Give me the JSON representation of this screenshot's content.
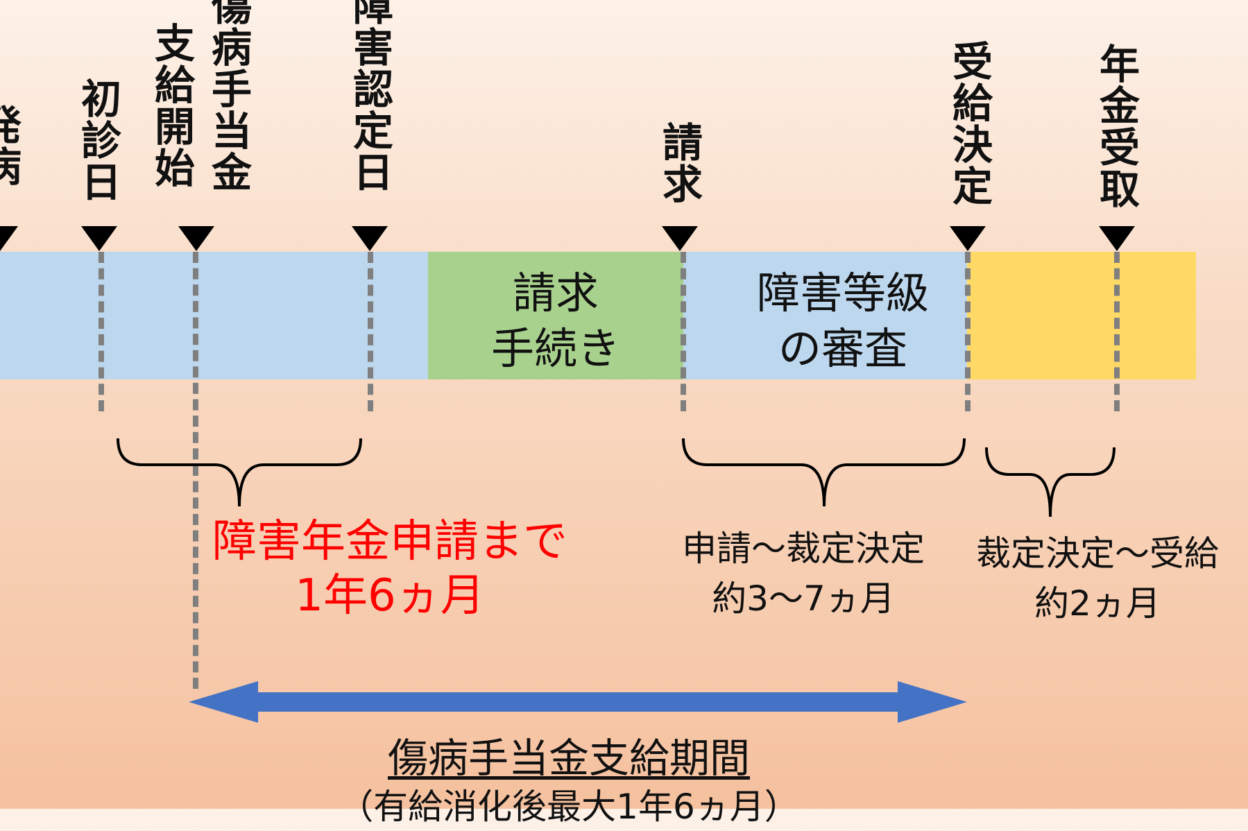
{
  "timeline": {
    "events": [
      {
        "id": "cut",
        "label": "発病"
      },
      {
        "id": "first-visit",
        "label": "初診日"
      },
      {
        "id": "benefit-start",
        "label": "支給開始"
      },
      {
        "id": "sickness-allowance",
        "label": "傷病手当金"
      },
      {
        "id": "disability-date",
        "label": "障害認定日"
      },
      {
        "id": "claim",
        "label": "請求"
      },
      {
        "id": "decision",
        "label": "受給決定"
      },
      {
        "id": "receipt",
        "label": "年金受取"
      }
    ],
    "bands": {
      "procedure": [
        "請求",
        "手続き"
      ],
      "review": [
        "障害等級",
        "の審査"
      ]
    }
  },
  "spans": {
    "until_application": {
      "line1": "障害年金申請まで",
      "line2": "1年6ヵ月"
    },
    "application_to_decision": {
      "line1": "申請〜裁定決定",
      "line2": "約3〜7ヵ月"
    },
    "decision_to_receipt": {
      "line1": "裁定決定〜受給",
      "line2": "約2ヵ月"
    }
  },
  "period": {
    "title": "傷病手当金支給期間",
    "note": "（有給消化後最大1年6ヵ月）"
  },
  "colors": {
    "blue_band": "#bdd7ee",
    "green_band": "#a9d18e",
    "yellow_band": "#ffd966",
    "arrow": "#4472c4",
    "red_text": "#ff0000"
  }
}
